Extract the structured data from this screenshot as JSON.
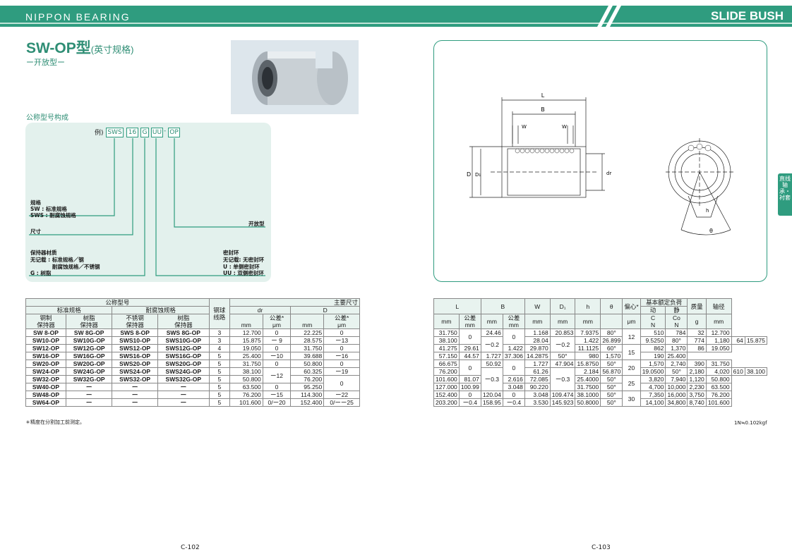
{
  "header": {
    "brand": "NIPPON BEARING",
    "section": "SLIDE BUSH"
  },
  "title": {
    "main": "SW-OP型",
    "sub": "(英寸规格)",
    "open": "ー开放型ー"
  },
  "code": {
    "label": "公称型号构成",
    "example": "例)",
    "parts": [
      "SWS",
      "16",
      "G",
      "UU",
      "OP"
    ],
    "dash": "-",
    "notes": {
      "spec_title": "规格",
      "spec_sw": "SW : 标准规格",
      "spec_sws": "SWS : 耐腐蚀规格",
      "size": "尺寸",
      "open_type": "开放型",
      "cage_title": "保持器材质",
      "cage_none": "无记载 : 标准规格／钢",
      "cage_none2": "耐腐蚀规格／不锈钢",
      "cage_g": "G : 树脂",
      "seal_title": "密封环",
      "seal_none": "无记载: 无密封环",
      "seal_u": "U : 单侧密封环",
      "seal_uu": "UU : 双侧密封环"
    }
  },
  "diagram": {
    "L": "L",
    "B": "B",
    "W1": "W",
    "W2": "W",
    "D": "D",
    "D1": "D₁",
    "dr": "dr",
    "h": "h",
    "theta": "θ"
  },
  "sidetab": "直线轴承・衬套",
  "t1": {
    "h_nominal": "公称型号",
    "h_main": "主要尺寸",
    "h_std": "标准规格",
    "h_cor": "耐腐蚀规格",
    "h_steel": "钢制",
    "h_cage": "保持器",
    "h_resin": "树脂",
    "h_ss": "不锈钢",
    "h_balls": "钢球",
    "h_rows": "线路",
    "h_dr": "dr",
    "h_D": "D",
    "h_tol": "公差*",
    "u_mm": "mm",
    "u_um": "μm",
    "rows": [
      [
        "SW 8-OP",
        "SW 8G-OP",
        "SWS 8-OP",
        "SWS 8G-OP",
        "3",
        "12.700",
        "22.225"
      ],
      [
        "SW10-OP",
        "SW10G-OP",
        "SWS10-OP",
        "SWS10G-OP",
        "3",
        "15.875",
        "28.575"
      ],
      [
        "SW12-OP",
        "SW12G-OP",
        "SWS12-OP",
        "SWS12G-OP",
        "4",
        "19.050",
        "31.750"
      ],
      [
        "SW16-OP",
        "SW16G-OP",
        "SWS16-OP",
        "SWS16G-OP",
        "5",
        "25.400",
        "39.688"
      ],
      [
        "SW20-OP",
        "SW20G-OP",
        "SWS20-OP",
        "SWS20G-OP",
        "5",
        "31.750",
        "50.800"
      ],
      [
        "SW24-OP",
        "SW24G-OP",
        "SWS24-OP",
        "SWS24G-OP",
        "5",
        "38.100",
        "60.325"
      ],
      [
        "SW32-OP",
        "SW32G-OP",
        "SWS32-OP",
        "SWS32G-OP",
        "5",
        "50.800",
        "76.200"
      ],
      [
        "SW40-OP",
        "ー",
        "ー",
        "ー",
        "5",
        "63.500",
        "95.250"
      ],
      [
        "SW48-OP",
        "ー",
        "ー",
        "ー",
        "5",
        "76.200",
        "114.300"
      ],
      [
        "SW64-OP",
        "ー",
        "ー",
        "ー",
        "5",
        "101.600",
        "152.400"
      ]
    ],
    "drtol": [
      "0",
      "ー 9",
      "0",
      "ー10",
      "0",
      "ー12",
      "0",
      "ー15",
      "0/ー20"
    ],
    "Dtol": [
      "0",
      "ー13",
      "0",
      "ー16",
      "0",
      "ー19",
      "0",
      "ー22",
      "0/ーー25"
    ],
    "foot": "＊精度在分割加工前测定。"
  },
  "t2": {
    "h_L": "L",
    "h_B": "B",
    "h_W": "W",
    "h_D1": "D₁",
    "h_h": "h",
    "h_theta": "θ",
    "h_ecc": "偏心*",
    "h_load": "基本额定负荷",
    "h_dyn": "动",
    "h_sta": "静",
    "h_C": "C",
    "h_Co": "Co",
    "h_mass": "质量",
    "h_shaft": "轴径",
    "h_tol": "公差",
    "u_mm": "mm",
    "u_um": "μm",
    "u_N": "N",
    "u_g": "g",
    "rows": [
      [
        "31.750",
        "24.46",
        "1.168",
        "20.853",
        "7.9375",
        "80°",
        "510",
        "784",
        "32",
        "12.700"
      ],
      [
        "38.100",
        "28.04",
        "1.422",
        "26.899",
        "9.5250",
        "80°",
        "774",
        "1,180",
        "64",
        "15.875"
      ],
      [
        "41.275",
        "29.61",
        "1.422",
        "29.870",
        "11.1125",
        "60°",
        "862",
        "1,370",
        "86",
        "19.050"
      ],
      [
        "57.150",
        "44.57",
        "1.727",
        "37.306",
        "14.2875",
        "50°",
        "980",
        "1,570",
        "190",
        "25.400"
      ],
      [
        "66.675",
        "50.92",
        "1.727",
        "47.904",
        "15.8750",
        "50°",
        "1,570",
        "2,740",
        "390",
        "31.750"
      ],
      [
        "76.200",
        "61.26",
        "2.184",
        "56.870",
        "19.0500",
        "50°",
        "2,180",
        "4,020",
        "610",
        "38.100"
      ],
      [
        "101.600",
        "81.07",
        "2.616",
        "72.085",
        "25.4000",
        "50°",
        "3,820",
        "7,940",
        "1,120",
        "50.800"
      ],
      [
        "127.000",
        "100.99",
        "3.048",
        "90.220",
        "31.7500",
        "50°",
        "4,700",
        "10,000",
        "2,230",
        "63.500"
      ],
      [
        "152.400",
        "120.04",
        "3.048",
        "109.474",
        "38.1000",
        "50°",
        "7,350",
        "16,000",
        "3,750",
        "76.200"
      ],
      [
        "203.200",
        "158.95",
        "3.530",
        "145.923",
        "50.8000",
        "50°",
        "14,100",
        "34,800",
        "8,740",
        "101.600"
      ]
    ],
    "Ltol": [
      "0",
      "ー0.2",
      "0",
      "ー0.3",
      "0",
      "ー0.4"
    ],
    "Btol": [
      "0",
      "ー0.2",
      "0",
      "ー0.3",
      "0",
      "ー0.4"
    ],
    "ecc": [
      "12",
      "15",
      "20",
      "25",
      "30"
    ],
    "foot": "1N≒0.102kgf"
  },
  "pages": {
    "left": "C-102",
    "right": "C-103"
  }
}
